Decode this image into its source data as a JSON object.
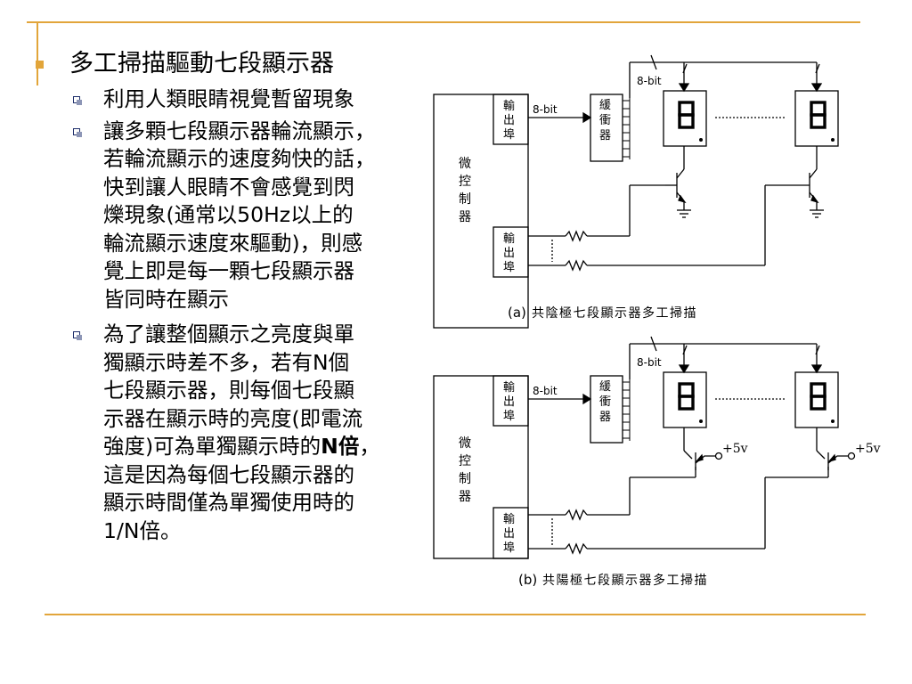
{
  "slide": {
    "title": "多工掃描驅動七段顯示器",
    "bullets": [
      {
        "lines": [
          "利用人類眼睛視覺暫留現象"
        ]
      },
      {
        "lines": [
          "讓多顆七段顯示器輪流顯示，",
          "若輪流顯示的速度夠快的話，",
          "快到讓人眼睛不會感覺到閃",
          "爍現象(通常以50Hz以上的",
          "輪流顯示速度來驅動)，則感",
          "覺上即是每一顆七段顯示器",
          "皆同時在顯示"
        ]
      },
      {
        "line1": "為了讓整個顯示之亮度與單",
        "line2": "獨顯示時差不多，若有N個",
        "line3": "七段顯示器，則每個七段顯",
        "line4": "示器在顯示時的亮度(即電流",
        "line5_pre": "強度)可為單獨顯示時的",
        "line5_bold": "N倍",
        "line5_post": "，",
        "line6": "這是因為每個七段顯示器的",
        "line7": "顯示時間僅為單獨使用時的",
        "line8": "1/N倍。"
      }
    ]
  },
  "figure": {
    "mcu_label": [
      "微",
      "控",
      "制",
      "器"
    ],
    "port_label": [
      "輸",
      "出",
      "埠"
    ],
    "buffer_label": [
      "緩",
      "衝",
      "器"
    ],
    "bus_8bit": "8-bit",
    "digit": "8.",
    "vcc": "+5v",
    "caption_a_prefix": "(a)",
    "caption_a_text": "共陰極七段顯示器多工掃描",
    "caption_b_prefix": "(b)",
    "caption_b_text": "共陽極七段顯示器多工掃描"
  },
  "colors": {
    "accent": "#e2a53a",
    "bullet_square": "#1f2f6b"
  },
  "icons": {
    "title_bullet": "square-bullet-icon",
    "list_bullet": "hollow-square-bullet-icon"
  }
}
